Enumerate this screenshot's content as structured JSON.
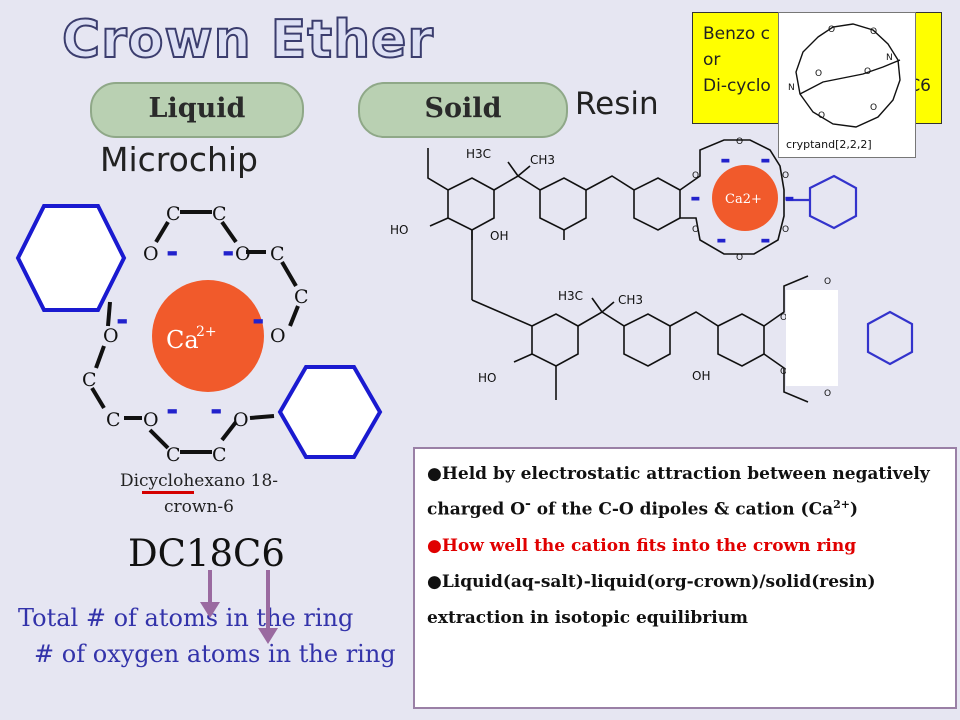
{
  "title": "Crown Ether",
  "tabs": {
    "liquid": "Liquid",
    "solid": "Soild"
  },
  "resin_label": "Resin",
  "microchip_label": "Microchip",
  "benzo_box": {
    "line1": "Benzo c",
    "line2": "or",
    "line3": "Di-cyclo",
    "line3_tail": "C6"
  },
  "cryptand_label": "cryptand[2,2,2]",
  "dc18c6": {
    "name_line1": "Dicyclohexano 18-",
    "name_line2": "crown-6",
    "abbrev": "DC18C6",
    "cation": "Ca",
    "cation_charge": "2+",
    "total_atoms_text": "Total # of atoms in the ring",
    "oxygen_atoms_text": "# of oxygen atoms in the ring"
  },
  "resin_structure": {
    "ho": "HO",
    "oh": "OH",
    "h3c": "H3C",
    "ch3": "CH3",
    "o": "O",
    "cation": "Ca2+"
  },
  "info": {
    "bullet1_a": "Held by electrostatic attraction between negatively charged O",
    "bullet1_sup": "-",
    "bullet1_b": " of the C-O dipoles & cation (Ca",
    "bullet1_sup2": "2+",
    "bullet1_c": ")",
    "bullet2": "How well the cation fits into the crown ring",
    "bullet3": "Liquid(aq-salt)-liquid(org-crown)/solid(resin)",
    "bullet3_cont": "extraction in isotopic equilibrium"
  },
  "colors": {
    "accent_blue": "#2222cc",
    "cation_red": "#f15a2b",
    "highlight_yellow": "#ffff00",
    "pill_green": "#b9d0b2",
    "text_blue": "#3333aa"
  }
}
